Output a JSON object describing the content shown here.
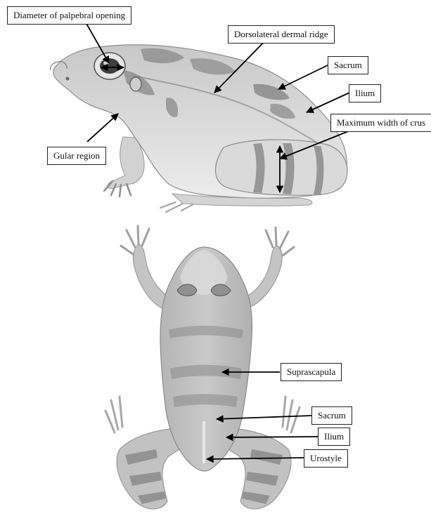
{
  "lateral_view": {
    "labels": {
      "palpebral_opening": "Diameter of palpebral opening",
      "dorsolateral_ridge": "Dorsolateral dermal ridge",
      "sacrum": "Sacrum",
      "ilium": "Ilium",
      "crus_width": "Maximum width of crus",
      "gular_region": "Gular region"
    }
  },
  "dorsal_view": {
    "labels": {
      "suprascapula": "Suprascapula",
      "sacrum": "Sacrum",
      "ilium": "Ilium",
      "urostyle": "Urostyle"
    }
  },
  "colors": {
    "line": "#000000",
    "skin_light": "#d9d9d9",
    "skin_mid": "#a9a9a9",
    "skin_dark": "#6e6e6e",
    "background": "#ffffff"
  }
}
